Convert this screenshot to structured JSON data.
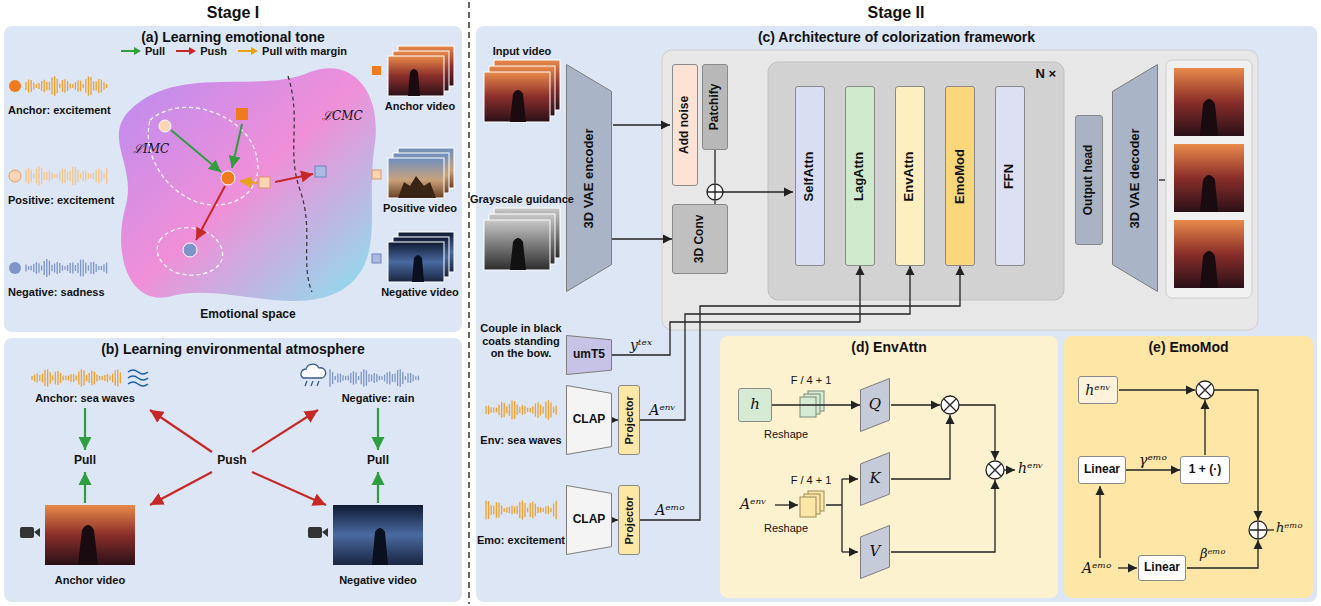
{
  "diagram": {
    "nodes": [
      {
        "text": [
          "(a) Learning emotional tone"
        ]
      },
      {
        "text": [
          "(b) Learning environmental atmosphere"
        ]
      },
      {
        "text": [
          "(c) Architecture of colorization framework"
        ]
      },
      {
        "text": [
          "3D VAE encoder"
        ],
        "in": 2
      },
      {
        "text": [
          "Add noise"
        ],
        "in": 2
      },
      {
        "text": [
          "Patchify"
        ],
        "in": 2
      },
      {
        "text": [
          "3D Conv"
        ],
        "in": 2
      },
      {
        "text": [
          "N ×"
        ],
        "in": 2
      },
      {
        "text": [
          "SelfAttn"
        ],
        "in": 7
      },
      {
        "text": [
          "LagAttn"
        ],
        "in": 7
      },
      {
        "text": [
          "EnvAttn"
        ],
        "in": 7
      },
      {
        "text": [
          "EmoMod"
        ],
        "in": 7
      },
      {
        "text": [
          "FFN"
        ],
        "in": 7
      },
      {
        "text": [
          "Output head"
        ],
        "in": 2
      },
      {
        "text": [
          "3D VAE decoder"
        ],
        "in": 2
      },
      {
        "text": [
          "umT5"
        ],
        "in": 2
      },
      {
        "text": [
          "CLAP"
        ],
        "in": 2
      },
      {
        "text": [
          "Projector"
        ],
        "in": 2
      },
      {
        "text": [
          "CLAP"
        ],
        "in": 2
      },
      {
        "text": [
          "Projector"
        ],
        "in": 2
      },
      {
        "text": [
          "(d) EnvAttn"
        ],
        "in": 2
      },
      {
        "text": [
          "h"
        ],
        "in": 20
      },
      {
        "text": [
          "Q"
        ],
        "in": 20
      },
      {
        "text": [
          "K"
        ],
        "in": 20
      },
      {
        "text": [
          "V"
        ],
        "in": 20
      },
      {
        "text": [
          "(e) EmoMod"
        ],
        "in": 2
      },
      {
        "text": [
          "hᵉⁿᵛ"
        ],
        "in": 25
      },
      {
        "text": [
          "Linear"
        ],
        "in": 25
      },
      {
        "text": [
          "1 + (·)"
        ],
        "in": 25
      },
      {
        "text": [
          "Linear"
        ],
        "in": 25
      }
    ],
    "edges": [
      {
        "from": 3,
        "to": 6,
        "arrow": "to"
      },
      {
        "from": 15,
        "to": 9,
        "label": "yᵗᵉˣ",
        "arrow": "to"
      },
      {
        "from": 17,
        "to": 10,
        "label": "Aᵉⁿᵛ",
        "arrow": "to"
      },
      {
        "from": 19,
        "to": 11,
        "label": "Aᵉᵐᵒ",
        "arrow": "to"
      },
      {
        "from": 16,
        "to": 17,
        "arrow": "to"
      },
      {
        "from": 18,
        "to": 19,
        "arrow": "to"
      },
      {
        "from": 21,
        "to": 22,
        "arrow": "to"
      },
      {
        "from": 27,
        "to": 28,
        "label": "γᵉᵐᵒ",
        "arrow": "to"
      }
    ],
    "labels": [
      "Stage I",
      "Stage II",
      "Anchor: excitement",
      "Positive: excitement",
      "Negative: sadness",
      "ℒIMC",
      "ℒCMC",
      "Emotional space",
      "Anchor video",
      "Positive video",
      "Negative video",
      "Anchor: sea waves",
      "Negative: rain",
      "Pull",
      "Push",
      "Pull",
      "Anchor video",
      "Negative video",
      "Input video",
      "Grayscale guidance",
      "Couple in black coats standing on the bow.",
      "Env: sea waves",
      "Emo: excitement",
      "F / 4 + 1",
      "Reshape",
      "Aᵉⁿᵛ",
      "F / 4 + 1",
      "Reshape",
      "hᵉⁿᵛ",
      "Aᵉᵐᵒ",
      "βᵉᵐᵒ",
      "hᵉᵐᵒ"
    ],
    "legend": [
      {
        "text": "Pull"
      },
      {
        "text": "Push"
      },
      {
        "text": "Pull with margin"
      }
    ]
  }
}
